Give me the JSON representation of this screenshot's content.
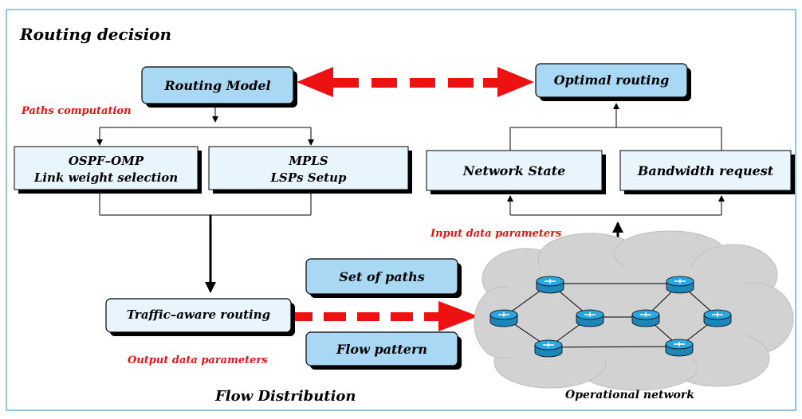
{
  "title": "Routing decision",
  "boxes": {
    "routing_model": "Routing Model",
    "optimal_routing": "Optimal routing",
    "ospf_line1": "OSPF–OMP",
    "ospf_line2": "Link weight selection",
    "mpls_line1": "MPLS",
    "mpls_line2": "LSPs Setup",
    "network_state": "Network State",
    "bandwidth_request": "Bandwidth request",
    "traffic_aware": "Traffic–aware routing",
    "set_of_paths": "Set of paths",
    "flow_pattern": "Flow pattern"
  },
  "labels": {
    "paths_computation": "Paths computation",
    "input_data": "Input data parameters",
    "output_data": "Output data parameters",
    "flow_distribution": "Flow Distribution",
    "operational_network": "Operational network"
  },
  "colors": {
    "frame_border": "#8ec8ec",
    "box_fill": "#a9d8f4",
    "box_fill_light": "#e8f5fc",
    "shadow": "#000000",
    "red": "#ee1111",
    "cloud": "#d2d2d2",
    "router": "#2aa7e0"
  },
  "icons": [
    "router-icon",
    "network-cloud"
  ]
}
